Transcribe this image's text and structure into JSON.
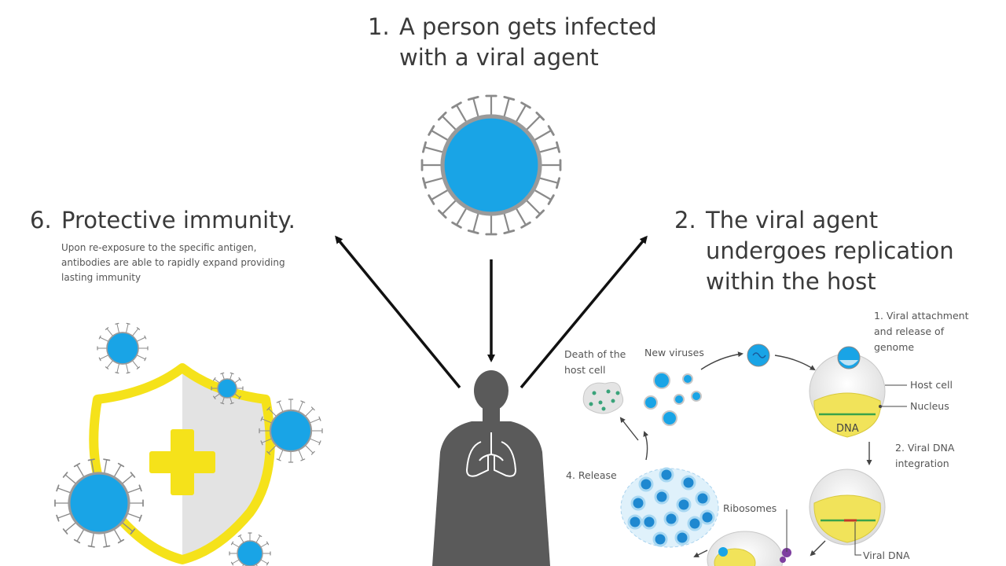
{
  "steps": {
    "step1": {
      "number": "1.",
      "title_line1": "A person gets infected",
      "title_line2": "with a viral agent"
    },
    "step2": {
      "number": "2.",
      "title_line1": "The viral agent",
      "title_line2": "undergoes replication",
      "title_line3": "within the host"
    },
    "step6": {
      "number": "6.",
      "title": "Protective immunity.",
      "description": "Upon re-exposure to the specific antigen,\nantibodies are able to rapidly expand providing\nlasting immunity"
    }
  },
  "replication_cycle": {
    "attachment_label_line1": "1. Viral attachment",
    "attachment_label_line2": "and release of",
    "attachment_label_line3": "genome",
    "host_cell_label": "Host cell",
    "nucleus_label": "Nucleus",
    "dna_label": "DNA",
    "integration_label_line1": "2. Viral DNA",
    "integration_label_line2": "integration",
    "viral_dna_label": "Viral DNA",
    "ribosomes_label": "Ribosomes",
    "release_label": "4. Release",
    "new_viruses_label": "New viruses",
    "cell_death_label_line1": "Death of the",
    "cell_death_label_line2": "host cell"
  },
  "colors": {
    "virus_blue": "#19a4e6",
    "virus_spike": "#8a8a8a",
    "shield_yellow": "#f5e21a",
    "human_gray": "#5a5a5a",
    "arrow": "#111111",
    "nucleus_yellow": "#f1e35a"
  },
  "icons": [
    "coronavirus-icon",
    "human-silhouette-icon",
    "lungs-icon",
    "shield-icon",
    "plus-icon"
  ]
}
